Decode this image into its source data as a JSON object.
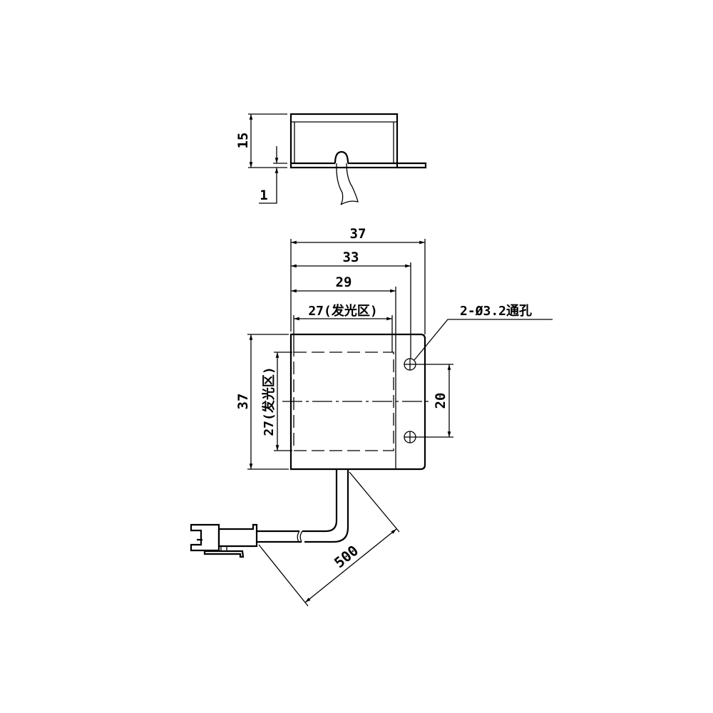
{
  "top_view": {
    "height_dim": "15",
    "plate_dim": "1"
  },
  "front_view": {
    "width_overall": "37",
    "width_holes": "33",
    "width_body": "29",
    "width_emitting": "27(发光区)",
    "height_overall": "37",
    "height_emitting": "27(发光区)",
    "hole_spacing": "20",
    "hole_note": "2-Ø3.2通孔"
  },
  "cable": {
    "length_dim": "500"
  }
}
